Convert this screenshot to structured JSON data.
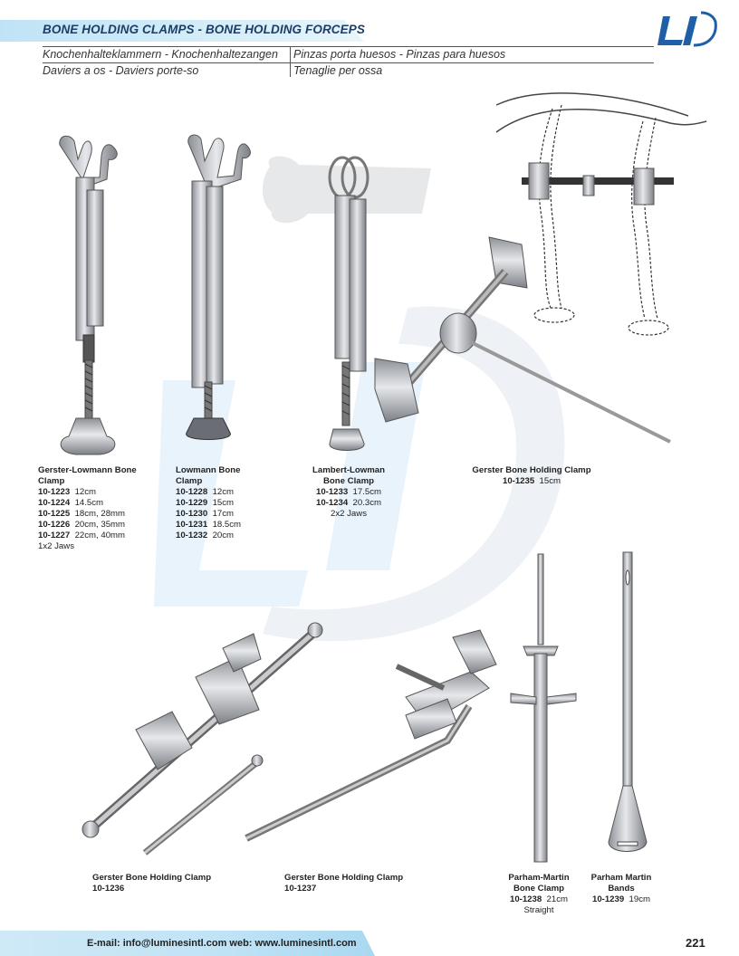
{
  "header": {
    "title": "BONE HOLDING CLAMPS - BONE HOLDING FORCEPS",
    "sub_de": "Knochenhalteklammern - Knochenhaltezangen",
    "sub_es": "Pinzas porta huesos - Pinzas para huesos",
    "sub_fr": "Daviers a os - Daviers porte-so",
    "sub_it": "Tenaglie per ossa"
  },
  "logo": {
    "text": "LI",
    "color": "#1f5fa8"
  },
  "products": [
    {
      "name_lines": [
        "Gerster-Lowmann Bone",
        "Clamp"
      ],
      "items": [
        {
          "code": "10-1223",
          "size": "12cm"
        },
        {
          "code": "10-1224",
          "size": "14.5cm"
        },
        {
          "code": "10-1225",
          "size": "18cm, 28mm"
        },
        {
          "code": "10-1226",
          "size": "20cm, 35mm"
        },
        {
          "code": "10-1227",
          "size": "22cm, 40mm"
        }
      ],
      "note": "1x2 Jaws"
    },
    {
      "name_lines": [
        "Lowmann Bone",
        "Clamp"
      ],
      "items": [
        {
          "code": "10-1228",
          "size": "12cm"
        },
        {
          "code": "10-1229",
          "size": "15cm"
        },
        {
          "code": "10-1230",
          "size": "17cm"
        },
        {
          "code": "10-1231",
          "size": "18.5cm"
        },
        {
          "code": "10-1232",
          "size": "20cm"
        }
      ]
    },
    {
      "name_lines": [
        "Lambert-Lowman",
        "Bone Clamp"
      ],
      "items": [
        {
          "code": "10-1233",
          "size": "17.5cm"
        },
        {
          "code": "10-1234",
          "size": "20.3cm"
        }
      ],
      "note": "2x2 Jaws"
    },
    {
      "name_lines": [
        "Gerster Bone Holding Clamp"
      ],
      "items": [
        {
          "code": "10-1235",
          "size": "15cm"
        }
      ]
    },
    {
      "name_lines": [
        "Gerster Bone Holding Clamp"
      ],
      "items": [
        {
          "code": "10-1236",
          "size": ""
        }
      ]
    },
    {
      "name_lines": [
        "Gerster Bone Holding Clamp"
      ],
      "items": [
        {
          "code": "10-1237",
          "size": ""
        }
      ]
    },
    {
      "name_lines": [
        "Parham-Martin",
        "Bone Clamp"
      ],
      "items": [
        {
          "code": "10-1238",
          "size": "21cm"
        }
      ],
      "note": "Straight"
    },
    {
      "name_lines": [
        "Parham Martin",
        "Bands"
      ],
      "items": [
        {
          "code": "10-1239",
          "size": "19cm"
        }
      ]
    }
  ],
  "footer": {
    "contact": "E-mail: info@luminesintl.com  web: www.luminesintl.com",
    "page": "221"
  },
  "colors": {
    "title_bar": "#bfe3f6",
    "title_text": "#1d3c66",
    "watermark": "#e6f1fa"
  }
}
